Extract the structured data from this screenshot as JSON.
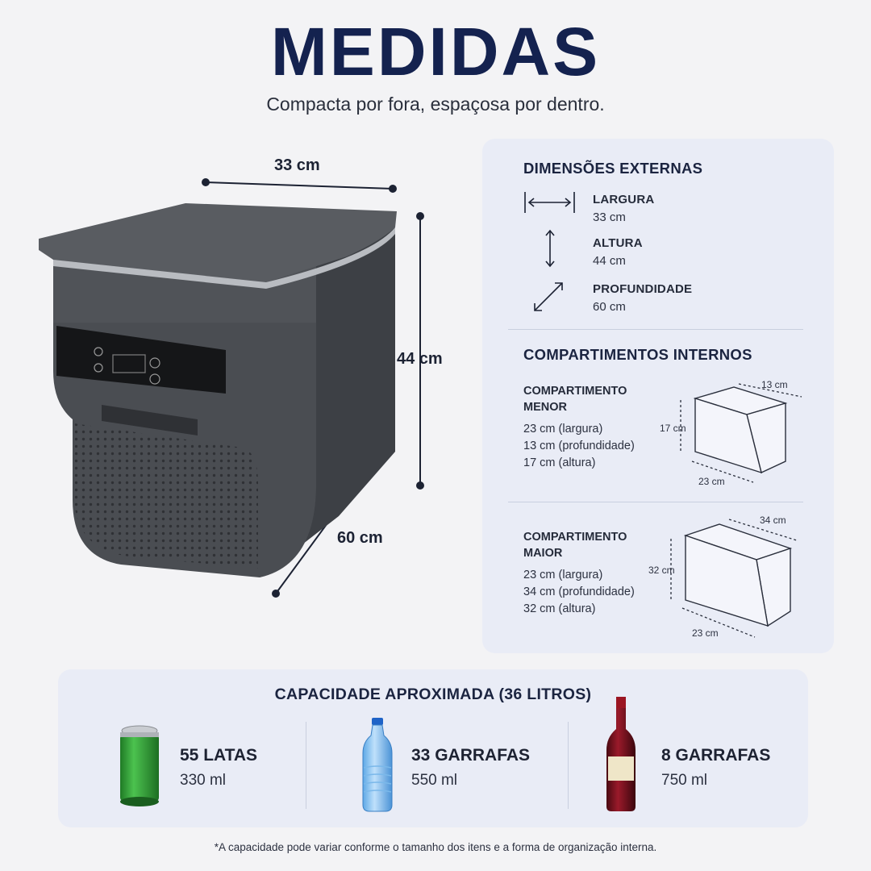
{
  "header": {
    "title": "MEDIDAS",
    "subtitle": "Compacta por fora, espaçosa por dentro."
  },
  "product": {
    "width_label": "33 cm",
    "height_label": "44 cm",
    "depth_label": "60 cm"
  },
  "external": {
    "title": "DIMENSÕES EXTERNAS",
    "items": [
      {
        "label": "LARGURA",
        "value": "33 cm",
        "icon": "horizontal-arrow-icon"
      },
      {
        "label": "ALTURA",
        "value": "44 cm",
        "icon": "vertical-arrow-icon"
      },
      {
        "label": "PROFUNDIDADE",
        "value": "60 cm",
        "icon": "diagonal-arrow-icon"
      }
    ]
  },
  "internal": {
    "title": "COMPARTIMENTOS INTERNOS",
    "compartments": [
      {
        "title": "COMPARTIMENTO MENOR",
        "lines": [
          "23 cm (largura)",
          "13 cm (profundidade)",
          "17 cm (altura)"
        ],
        "box_labels": {
          "depth": "13 cm",
          "height": "17 cm",
          "width": "23 cm"
        }
      },
      {
        "title": "COMPARTIMENTO MAIOR",
        "lines": [
          "23 cm (largura)",
          "34 cm (profundidade)",
          "32 cm (altura)"
        ],
        "box_labels": {
          "depth": "34 cm",
          "height": "32 cm",
          "width": "23 cm"
        }
      }
    ]
  },
  "capacity": {
    "title": "CAPACIDADE APROXIMADA (36 LITROS)",
    "items": [
      {
        "count": "55 LATAS",
        "volume": "330 ml",
        "icon": "soda-can-icon"
      },
      {
        "count": "33 GARRAFAS",
        "volume": "550 ml",
        "icon": "water-bottle-icon"
      },
      {
        "count": "8 GARRAFAS",
        "volume": "750 ml",
        "icon": "wine-bottle-icon"
      }
    ]
  },
  "footnote": "*A capacidade pode variar conforme o tamanho dos itens e a forma de organização interna.",
  "colors": {
    "title": "#14224f",
    "panel": "#e9ecf6",
    "fridge_body": "#4a4d52",
    "can_green": "#2e9a35",
    "wine_red": "#7a1020"
  }
}
